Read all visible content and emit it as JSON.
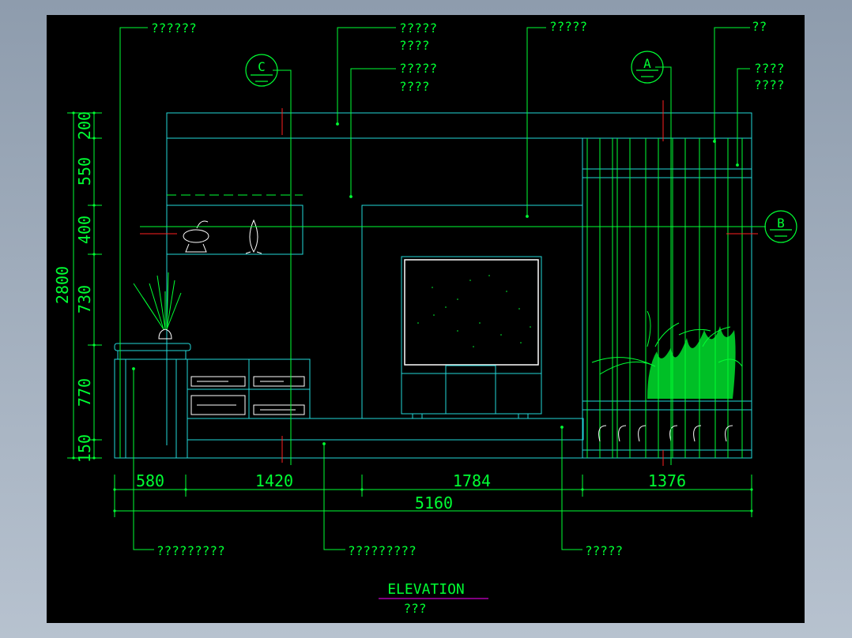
{
  "colors": {
    "viewport_background": "#8e9cad",
    "canvas": "#000000",
    "dimension": "#00ff33",
    "leader": "#00ff33",
    "outline": "#22d8d8",
    "section_cut": "#ff2020",
    "title_underline": "#ff00ff"
  },
  "callouts": {
    "top": [
      "??????",
      "?????",
      "????",
      "?????",
      "????",
      "?????",
      "??",
      "????",
      "????"
    ],
    "bottom": [
      "?????????",
      "?????????",
      "?????"
    ]
  },
  "section_markers": {
    "c": "C",
    "a": "A",
    "b": "B"
  },
  "dimensions": {
    "vertical_total": "2800",
    "vertical_segments": [
      "200",
      "550",
      "400",
      "730",
      "770",
      "150"
    ],
    "horizontal_segments": [
      "580",
      "1420",
      "1784",
      "1376"
    ],
    "horizontal_total": "5160"
  },
  "drawing_title": {
    "title": "ELEVATION",
    "subtitle": "???"
  }
}
